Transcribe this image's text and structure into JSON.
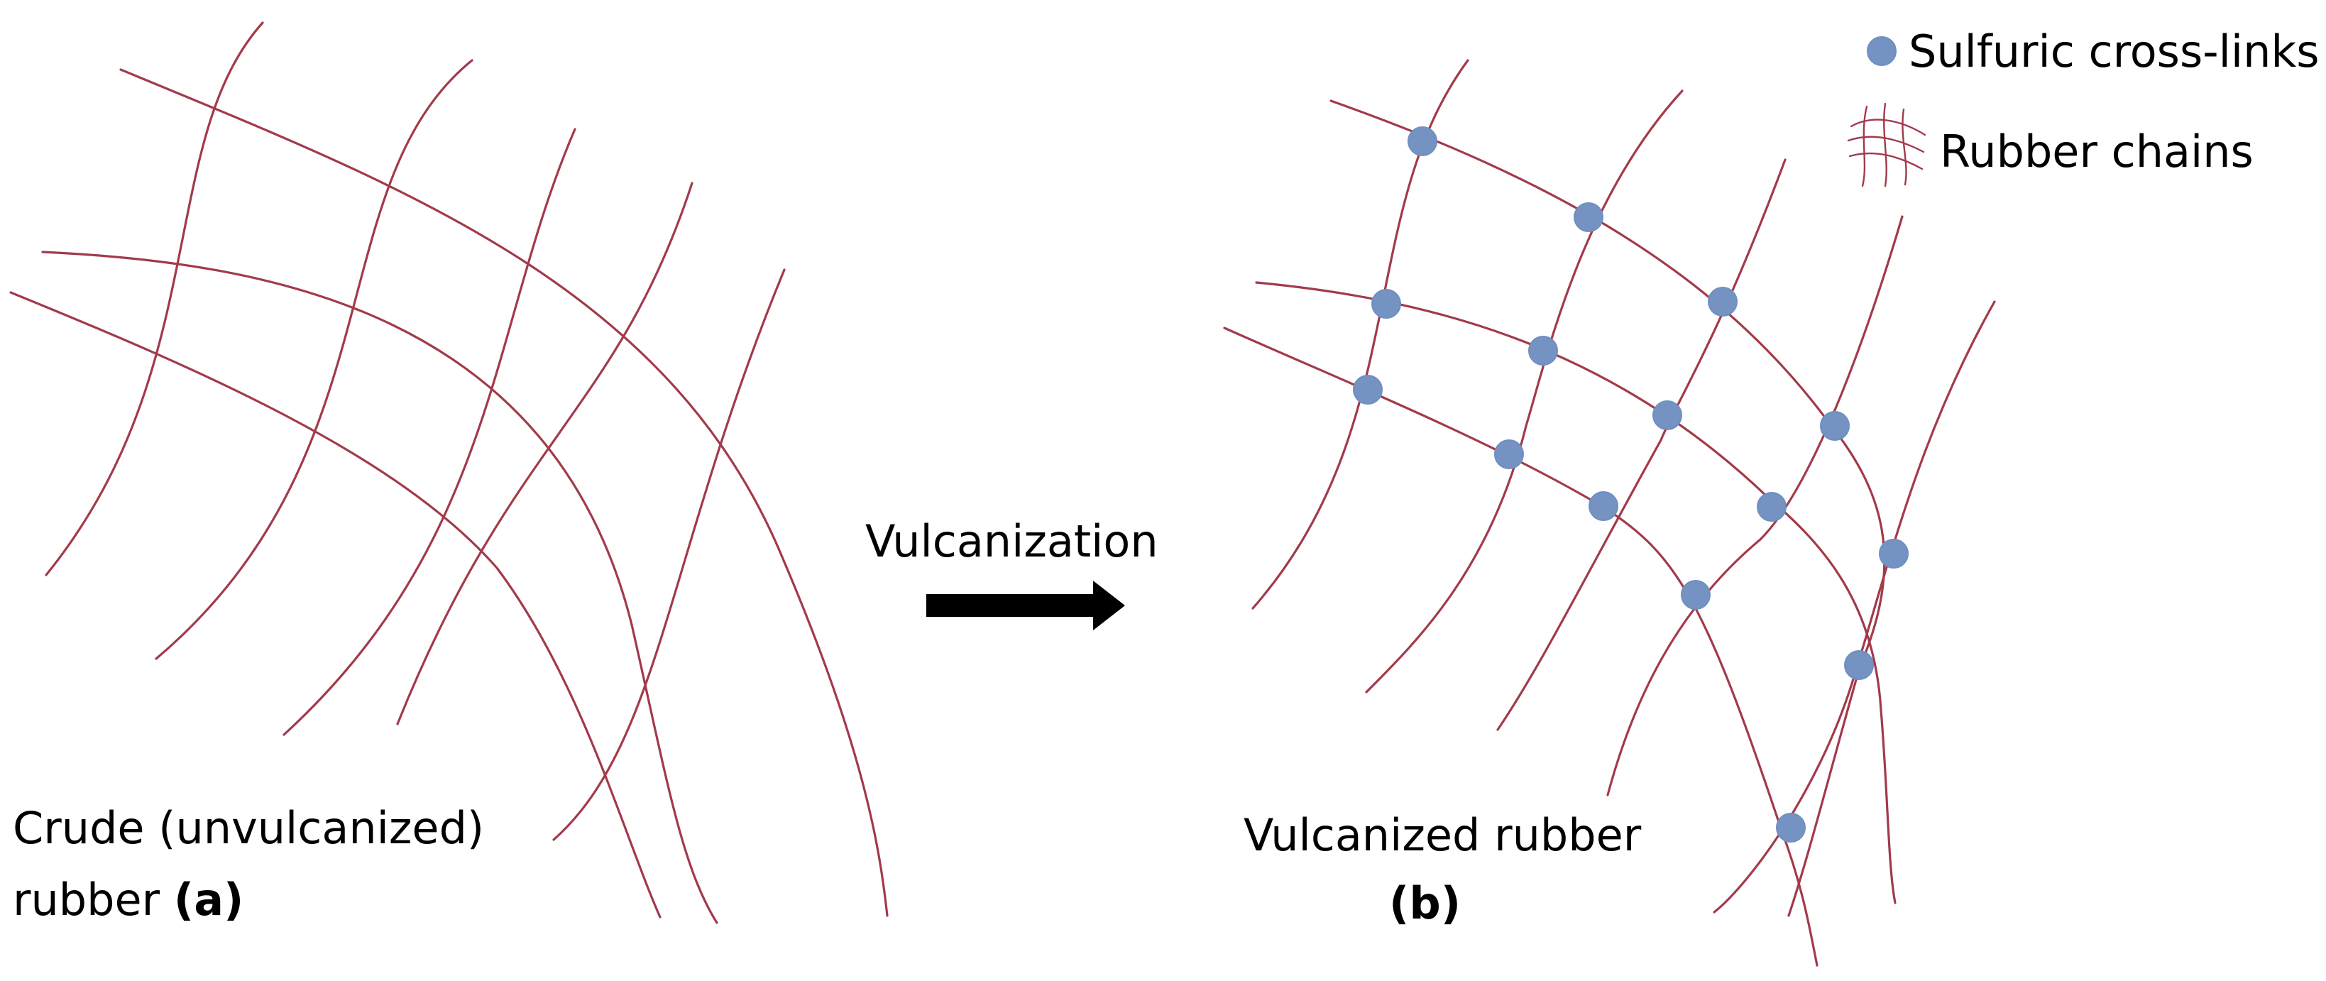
{
  "legend": {
    "crosslink_label": "Sulfuric cross-links",
    "chain_label": "Rubber chains"
  },
  "panel_a": {
    "caption_line1": "Crude (unvulcanized)",
    "caption_line2": "rubber",
    "letter": "(a)"
  },
  "process": {
    "label": "Vulcanization"
  },
  "panel_b": {
    "caption": "Vulcanized rubber",
    "letter": "(b)"
  },
  "colors": {
    "chain": "#a23a4a",
    "crosslink": "#7493c2",
    "arrow": "#000000"
  }
}
